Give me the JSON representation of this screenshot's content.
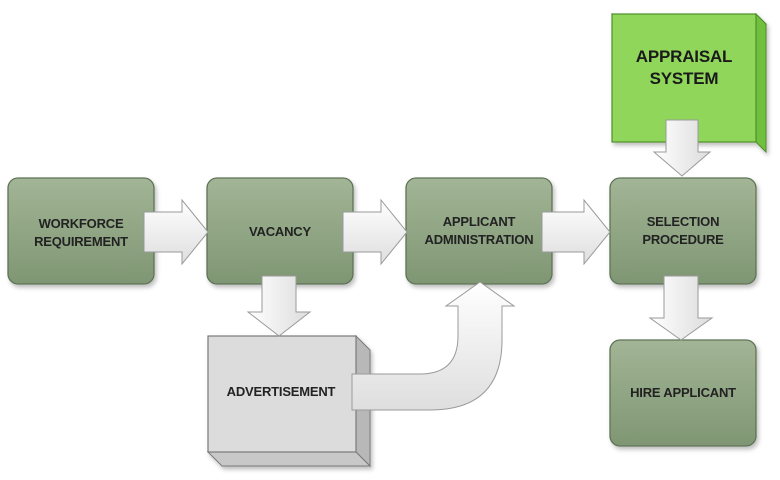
{
  "nodes": {
    "workforce": {
      "line1": "WORKFORCE",
      "line2": "REQUIREMENT"
    },
    "vacancy": {
      "label": "VACANCY"
    },
    "applicant_admin": {
      "line1": "APPLICANT",
      "line2": "ADMINISTRATION"
    },
    "selection": {
      "line1": "SELECTION",
      "line2": "PROCEDURE"
    },
    "appraisal": {
      "line1": "APPRAISAL",
      "line2": "SYSTEM"
    },
    "advertisement": {
      "label": "ADVERTISEMENT"
    },
    "hire": {
      "label": "HIRE APPLICANT"
    }
  },
  "colors": {
    "process_fill": "#8fa582",
    "process_stroke": "#5f7357",
    "appraisal_front": "#8fd65a",
    "appraisal_top": "#a9e07c",
    "appraisal_side": "#6fbf3c",
    "advert_front": "#dcdcdc",
    "advert_top": "#ececec",
    "advert_side": "#b8b8b8",
    "arrow_fill": "#f4f4f4",
    "arrow_stroke": "#9a9a9a"
  }
}
